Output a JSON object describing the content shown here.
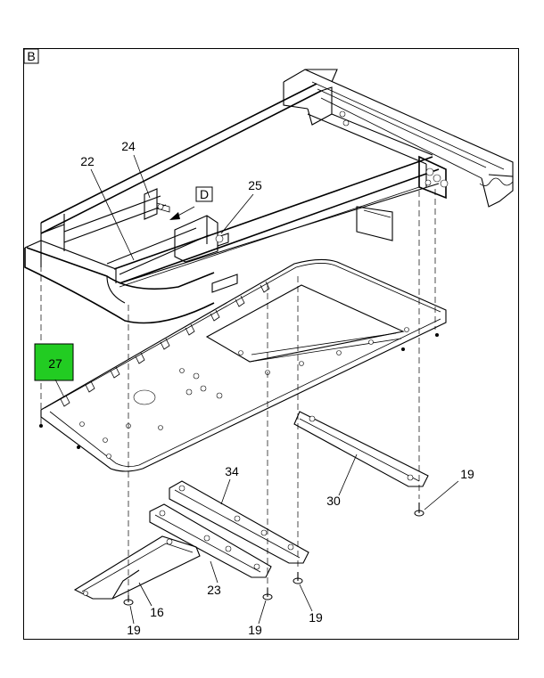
{
  "view_label": "B",
  "detail_label": "D",
  "highlight_color": "#22cc22",
  "callouts": {
    "c16": "16",
    "c19a": "19",
    "c19b": "19",
    "c19c": "19",
    "c19d": "19",
    "c22": "22",
    "c23": "23",
    "c24": "24",
    "c25": "25",
    "c27": "27",
    "c30": "30",
    "c34": "34"
  }
}
